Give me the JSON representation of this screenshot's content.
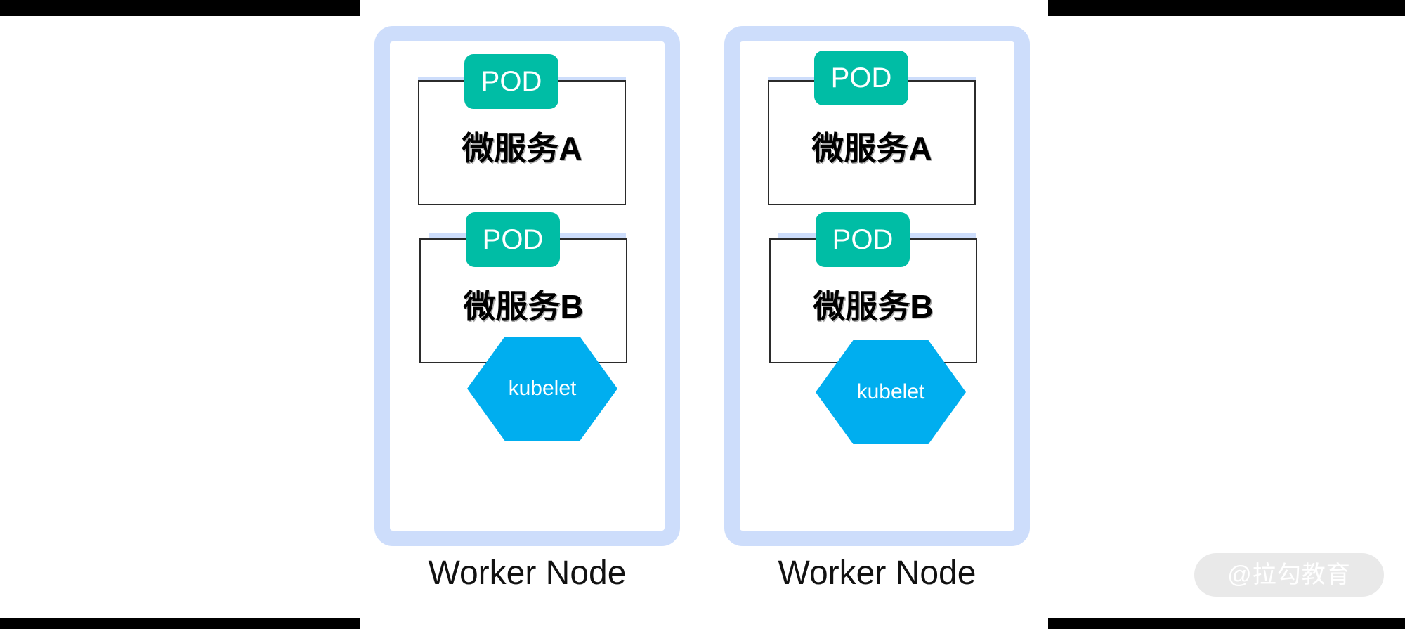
{
  "diagram": {
    "title": "Kubernetes Worker Nodes with Pods and kubelet",
    "colors": {
      "node_border": "#cdddfb",
      "strip": "#cdddfb",
      "pod_badge": "#00bda5",
      "kubelet": "#00aeef",
      "service_border": "#2b2b2b",
      "background": "#ffffff",
      "letterbox": "#000000"
    },
    "nodes": [
      {
        "caption": "Worker Node",
        "pods": [
          {
            "badge": "POD",
            "service": "微服务A"
          },
          {
            "badge": "POD",
            "service": "微服务B"
          }
        ],
        "kubelet": {
          "label": "kubelet"
        }
      },
      {
        "caption": "Worker Node",
        "pods": [
          {
            "badge": "POD",
            "service": "微服务A"
          },
          {
            "badge": "POD",
            "service": "微服务B"
          }
        ],
        "kubelet": {
          "label": "kubelet"
        }
      }
    ]
  },
  "watermark": {
    "text": "@拉勾教育"
  }
}
